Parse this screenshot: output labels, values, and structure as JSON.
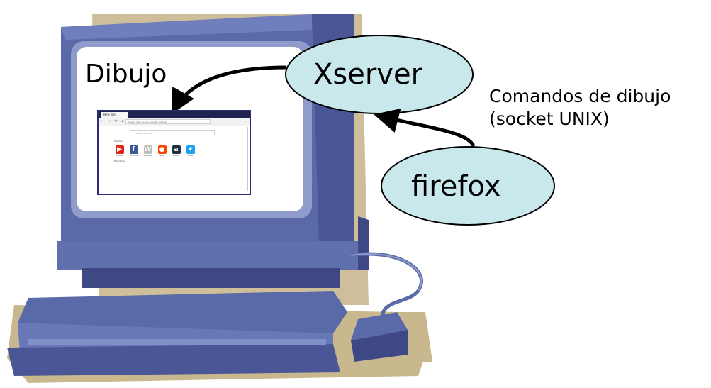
{
  "diagram": {
    "nodes": {
      "xserver": "Xserver",
      "firefox": "firefox"
    },
    "labels": {
      "dibujo": "Dibujo",
      "comandos_line1": "Comandos de dibujo",
      "comandos_line2": "(socket UNIX)"
    },
    "colors": {
      "node_fill": "#c8e8ec",
      "monitor_blue": "#5a6aa8",
      "monitor_dark": "#3d4884",
      "shadow_tan": "#c9b78e",
      "screen_white": "#ffffff",
      "arrow": "#000000"
    }
  },
  "browser": {
    "tab_title": "New Tab",
    "nav_icons": "← → ⟳ ⌂",
    "url_placeholder": "Search with Google or enter address",
    "search_placeholder": "Search the Web",
    "top_sites_label": "Top Sites",
    "highlights_label": "Highlights",
    "sites": [
      {
        "icon": "youtube-icon",
        "glyph": "▶",
        "color": "#e62117",
        "caption": "youtube"
      },
      {
        "icon": "facebook-icon",
        "glyph": "f",
        "color": "#3b5998",
        "caption": "facebook"
      },
      {
        "icon": "wikipedia-icon",
        "glyph": "W",
        "color": "#bdbdbd",
        "caption": "wikipedia"
      },
      {
        "icon": "reddit-icon",
        "glyph": "●",
        "color": "#ff4500",
        "caption": "reddit"
      },
      {
        "icon": "amazon-icon",
        "glyph": "a",
        "color": "#232f3e",
        "caption": "amazon"
      },
      {
        "icon": "twitter-icon",
        "glyph": "✦",
        "color": "#1da1f2",
        "caption": "twitter"
      }
    ]
  }
}
